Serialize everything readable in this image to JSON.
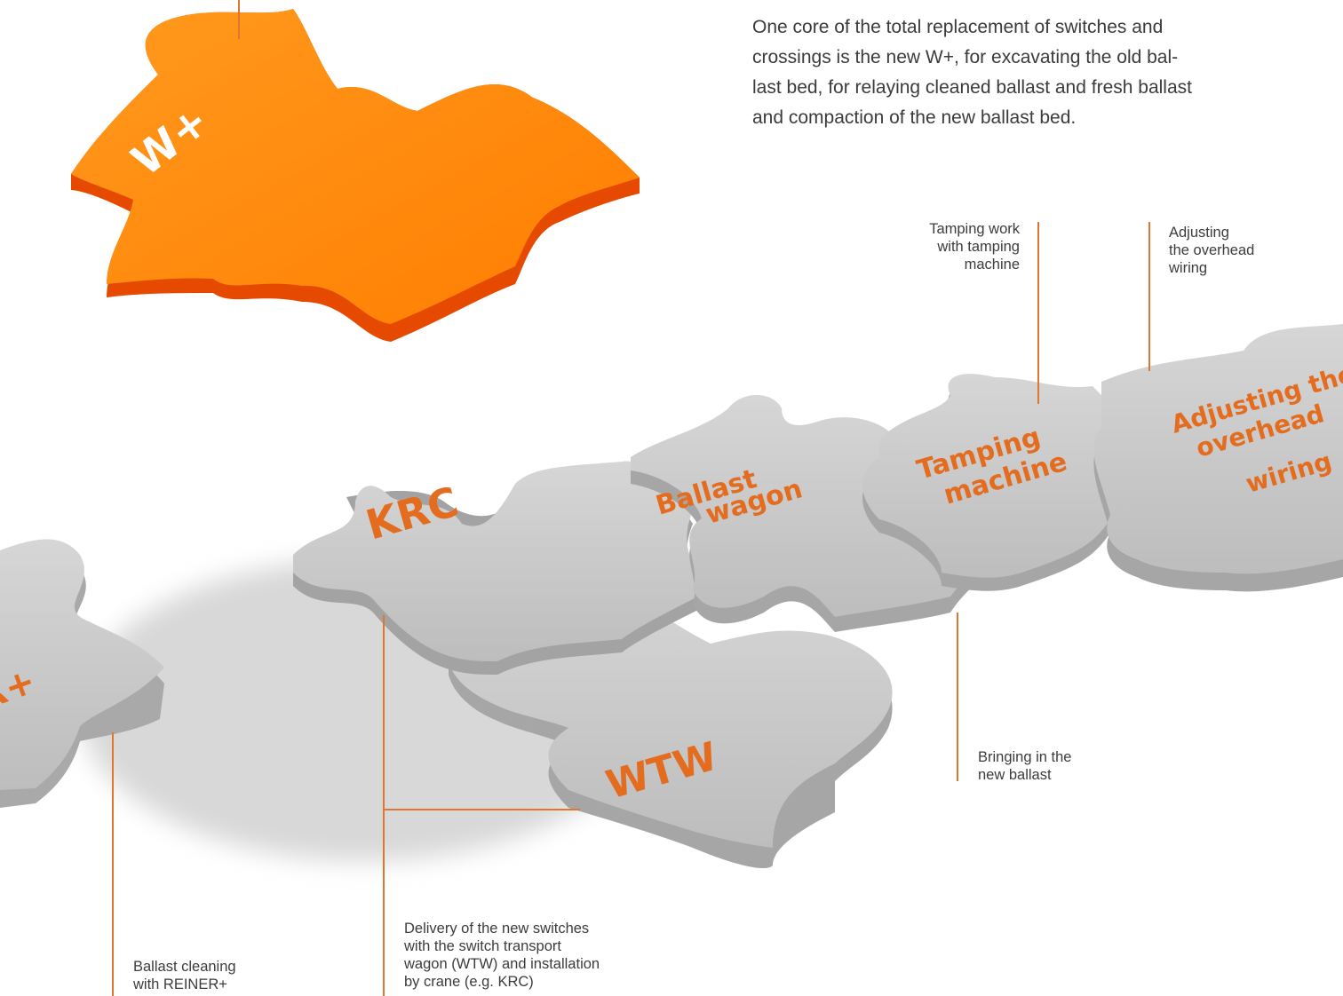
{
  "intro_lines": [
    "One core of the total replacement of switches and",
    "crossings is the new W+, for excavating the old bal-",
    "last bed, for relaying cleaned ballast and fresh ballast",
    "and compaction of the new ballast bed."
  ],
  "pieces": {
    "wplus": "W+",
    "reiner": "R+",
    "krc": "KRC",
    "wtw": "WTW",
    "ballast_wagon": [
      "Ballast",
      "wagon"
    ],
    "tamping_machine": [
      "Tamping",
      "machine"
    ],
    "overhead_wiring": [
      "Adjusting the",
      "overhead",
      "wiring"
    ]
  },
  "captions": {
    "tamping": [
      "Tamping work",
      "with tamping",
      "machine"
    ],
    "overhead": [
      "Adjusting",
      "the overhead",
      "wiring"
    ],
    "ballast": [
      "Bringing in the",
      "new ballast"
    ],
    "delivery": [
      "Delivery of the new switches",
      "with the switch transport",
      "wagon (WTW) and installation",
      "by crane (e.g. KRC)"
    ],
    "cleaning": [
      "Ballast cleaning",
      "with REINER+"
    ]
  },
  "colors": {
    "accent": "#e0762f",
    "orange_piece": "#ff8c0a",
    "grey_piece": "#c9c9c9"
  }
}
